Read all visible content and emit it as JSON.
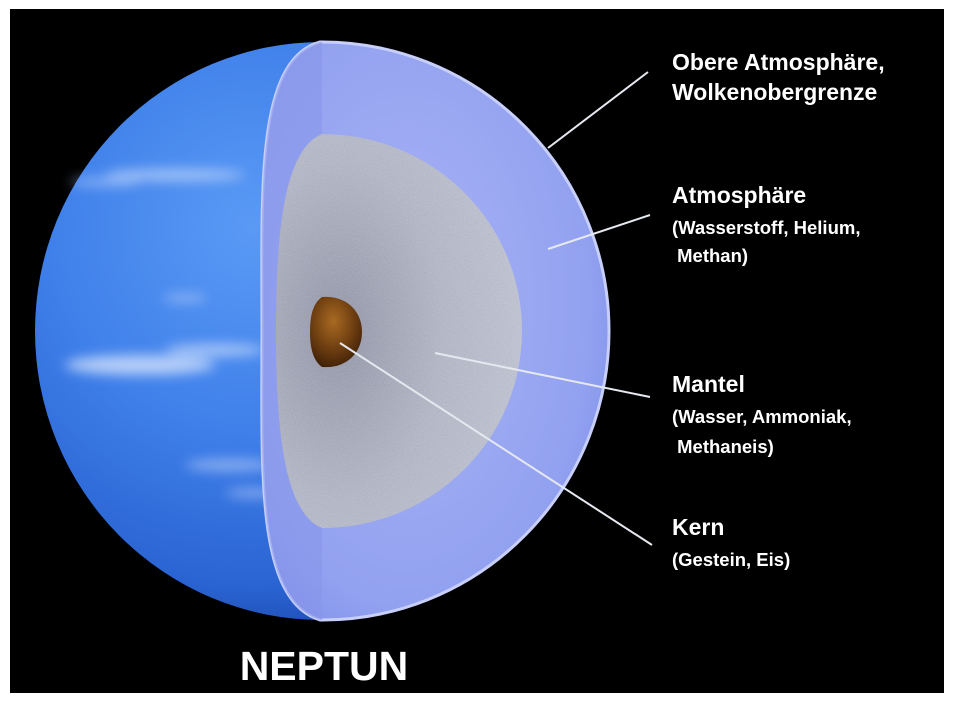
{
  "title": "NEPTUN",
  "colors": {
    "background": "#000000",
    "text": "#ffffff",
    "planet_blue": "#2f6fe0",
    "atmosphere_shell": "#8e9ef2",
    "mantle": "#b4b8c8",
    "core": "#6a3c0e",
    "leader_line": "#e6e8f0"
  },
  "layers": [
    {
      "id": "upper-atmosphere",
      "lines": [
        "Obere Atmosphäre,",
        "Wolkenobergrenze"
      ]
    },
    {
      "id": "atmosphere",
      "lines": [
        "Atmosphäre",
        "(Wasserstoff, Helium,",
        " Methan)"
      ]
    },
    {
      "id": "mantle",
      "lines": [
        "Mantel",
        "(Wasser, Ammoniak,",
        " Methaneis)"
      ]
    },
    {
      "id": "core",
      "lines": [
        "Kern",
        "(Gestein, Eis)"
      ]
    }
  ]
}
